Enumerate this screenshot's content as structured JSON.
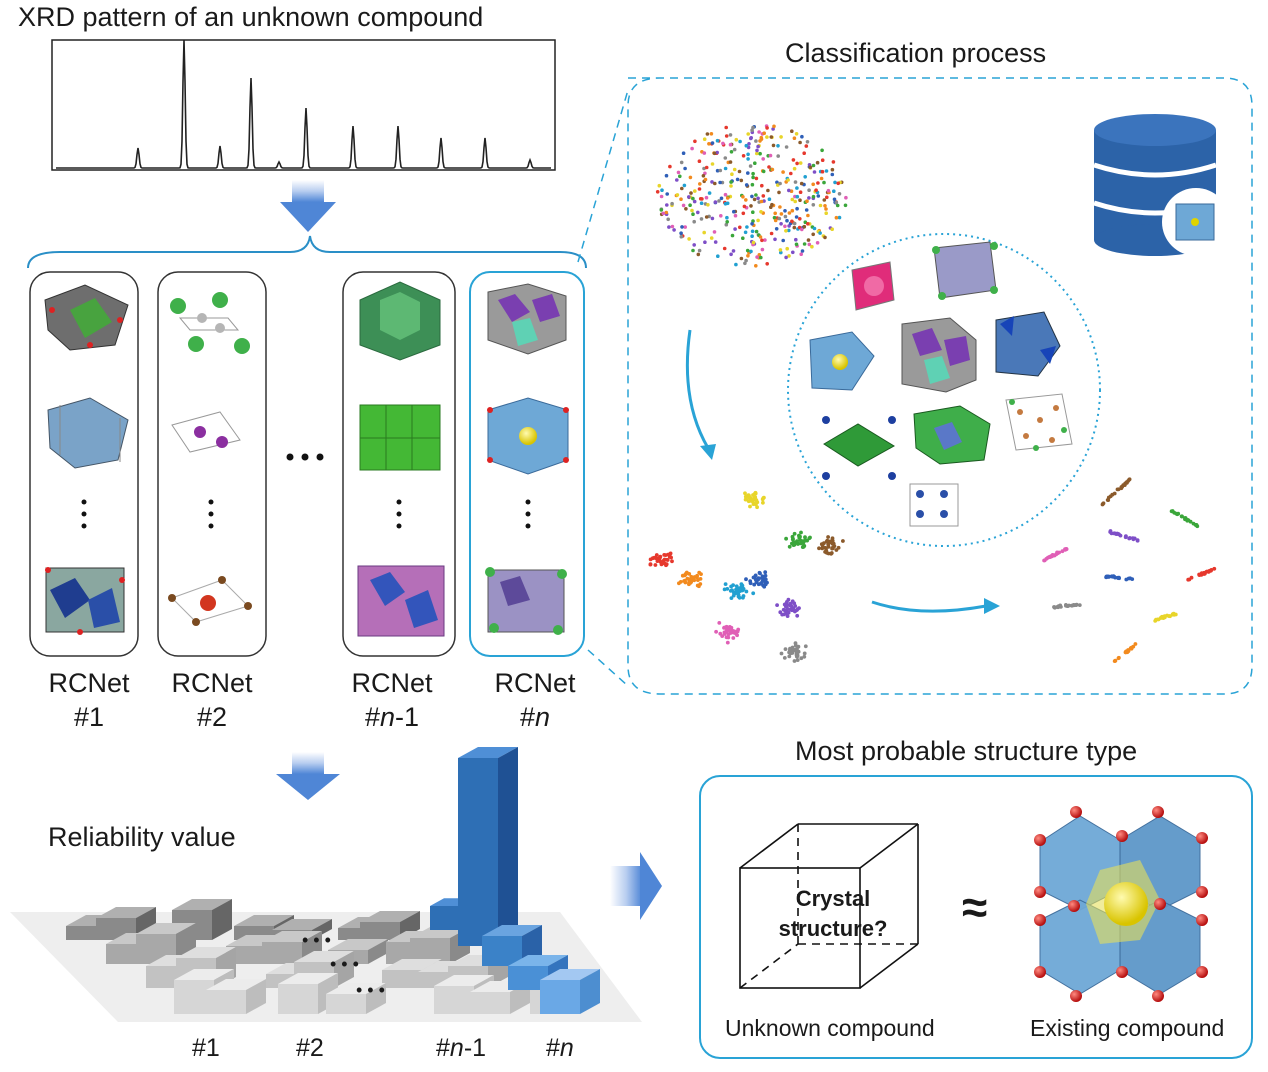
{
  "xrd_title": "XRD pattern of an unknown compound",
  "classification_title": "Classification process",
  "reliability_title": "Reliability value",
  "most_probable_title": "Most probable structure type",
  "networks": [
    {
      "name": "RCNet",
      "index": "#1"
    },
    {
      "name": "RCNet",
      "index": "#2"
    },
    {
      "name": "RCNet",
      "index_prefix": "#",
      "index_italic": "n",
      "index_suffix": "-1"
    },
    {
      "name": "RCNet",
      "index_prefix": "#",
      "index_italic": "n",
      "index_suffix": ""
    }
  ],
  "axis_labels": {
    "first": "#1",
    "second": "#2",
    "prefix": "#",
    "italic": "n",
    "minus_one": "-1"
  },
  "unknown_compound": "Unknown compound",
  "existing_compound": "Existing compound",
  "question_line1": "Crystal",
  "question_line2": "structure?",
  "approx_symbol": "≈",
  "ellipsis_h": "• • •",
  "colors": {
    "accent_blue": "#29a3d6",
    "bar_blue": "#2e6fb5",
    "database_blue": "#2c63a8",
    "arrow_blue": "#5b8fd6",
    "cluster_colors": [
      "#e6382d",
      "#f28a1e",
      "#e8d52a",
      "#3aa63a",
      "#2f5fb8",
      "#7e4fc7",
      "#e05fb6",
      "#8a8a8a",
      "#8b5a2b",
      "#21a0d1"
    ]
  }
}
